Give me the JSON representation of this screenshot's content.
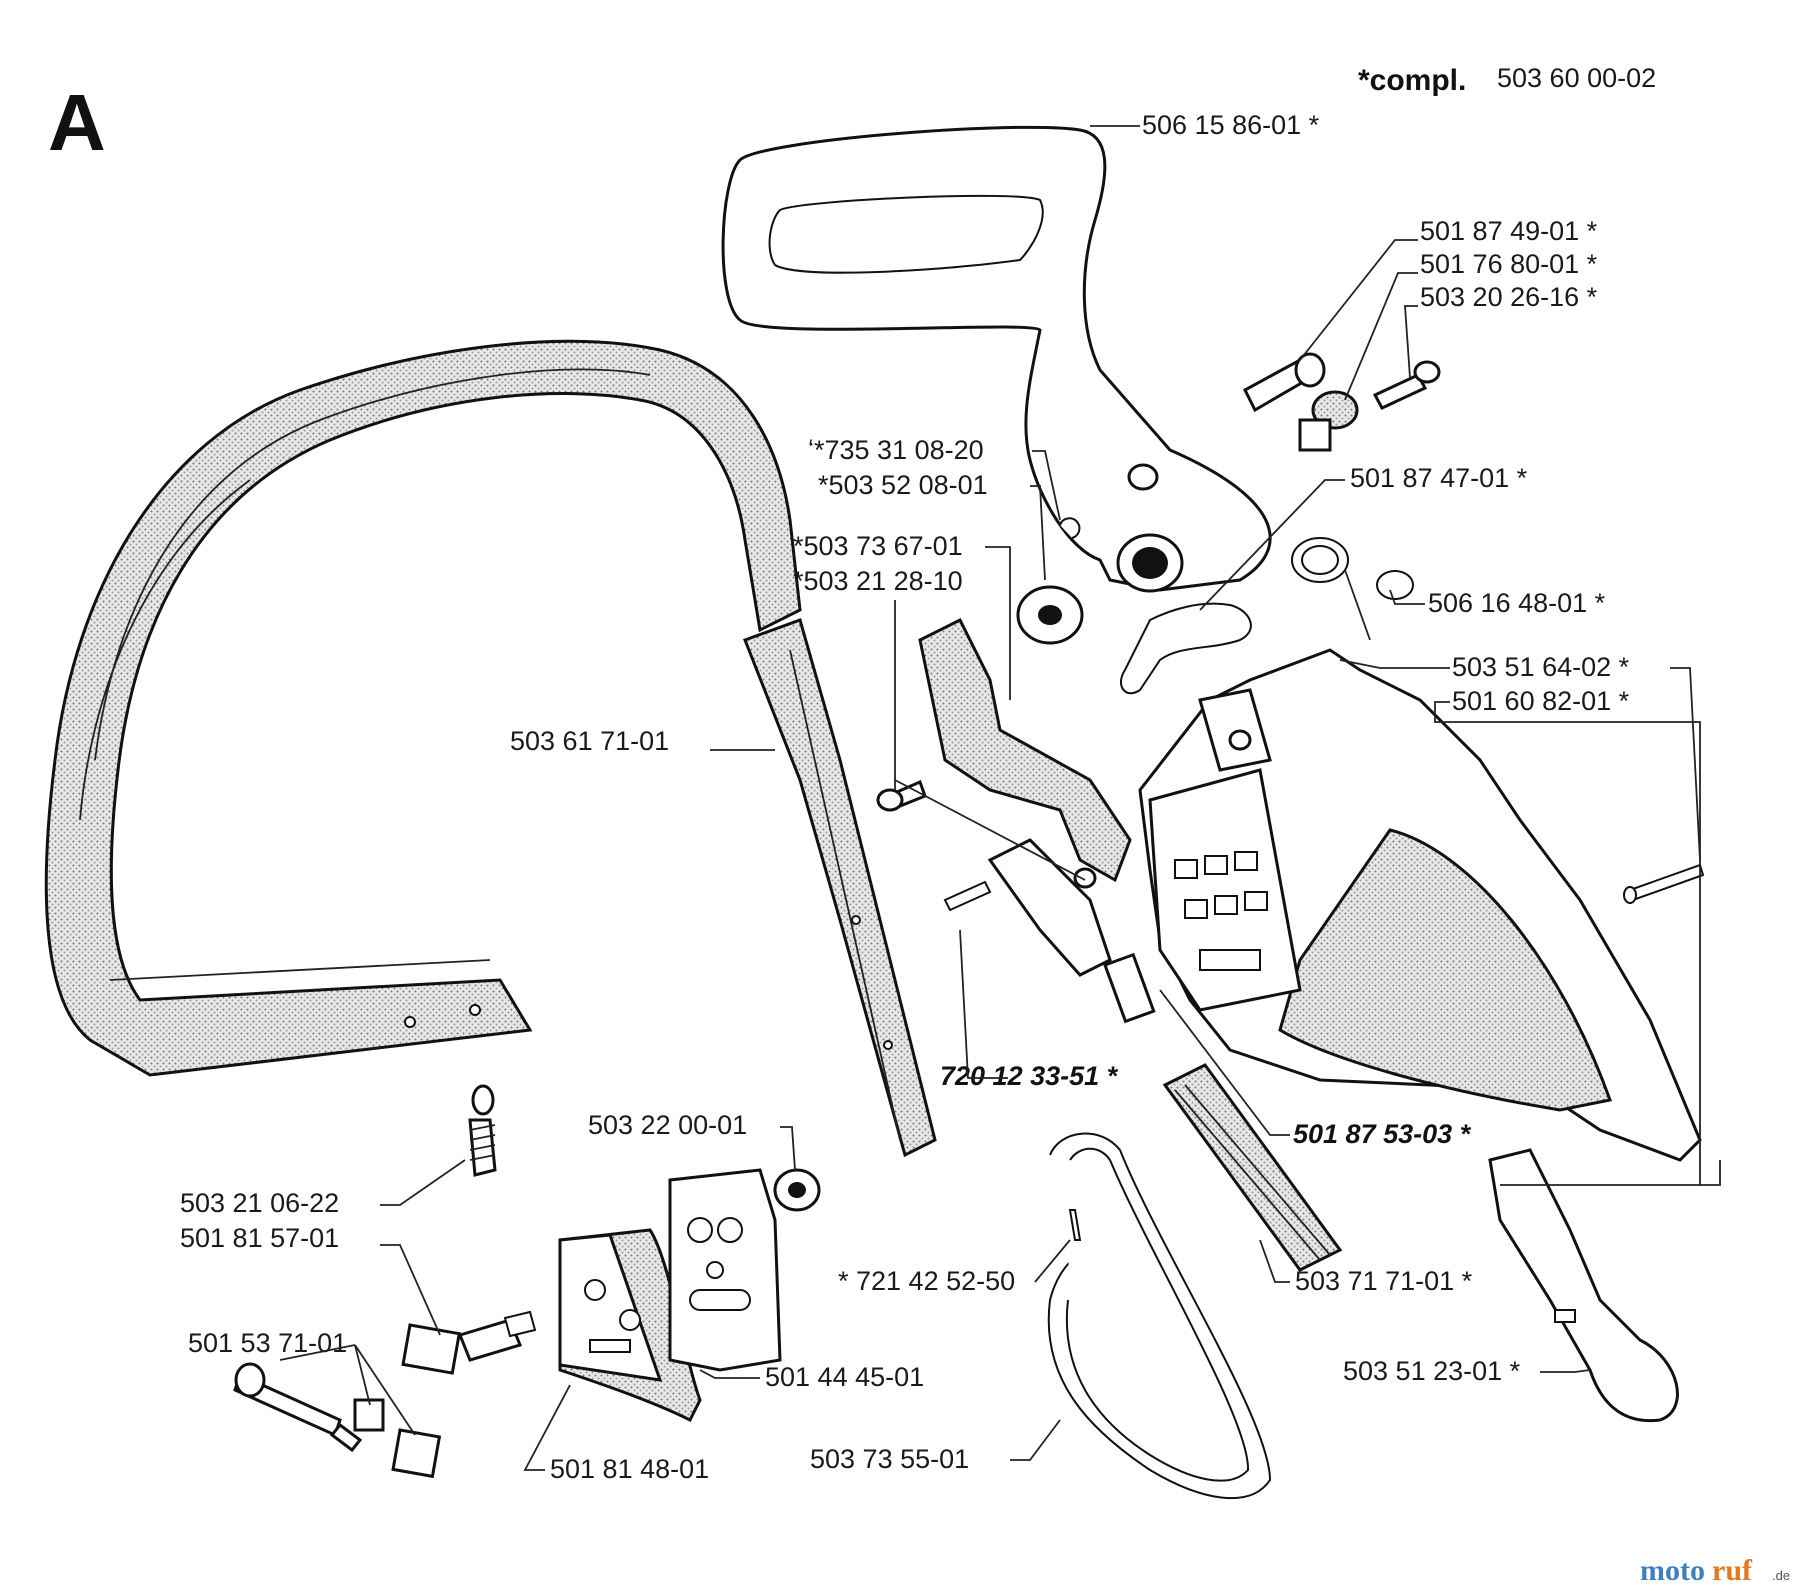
{
  "section_letter": "A",
  "complete_set": {
    "prefix": "*compl.",
    "number": "503 60 00-02"
  },
  "labels": {
    "l1": "506 15 86-01 *",
    "l2": "501 87 49-01 *",
    "l3": "501 76 80-01 *",
    "l4": "503 20 26-16 *",
    "l5": "501 87 47-01 *",
    "l6": "ʻ*735 31 08-20",
    "l7": "*503 52 08-01",
    "l8": "*503 73 67-01",
    "l9": "*503 21 28-10",
    "l10": "506 16 48-01 *",
    "l11": "503 51 64-02 *",
    "l12": "501 60 82-01 *",
    "l13": "503 61 71-01",
    "l14": "720 12 33-51 *",
    "l15": "501 87 53-03 *",
    "l16": "503 22 00-01",
    "l17": "503 21 06-22",
    "l18": "501 81 57-01",
    "l19": "501 53 71-01",
    "l20": "501 44 45-01",
    "l21": "* 721 42 52-50",
    "l22": "503 71 71-01 *",
    "l23": "503 51 23-01 *",
    "l24": "503 73 55-01",
    "l25": "501 81 48-01"
  },
  "watermark": {
    "brand_a": "moto",
    "brand_b": "ruf",
    "suffix": ".de"
  }
}
